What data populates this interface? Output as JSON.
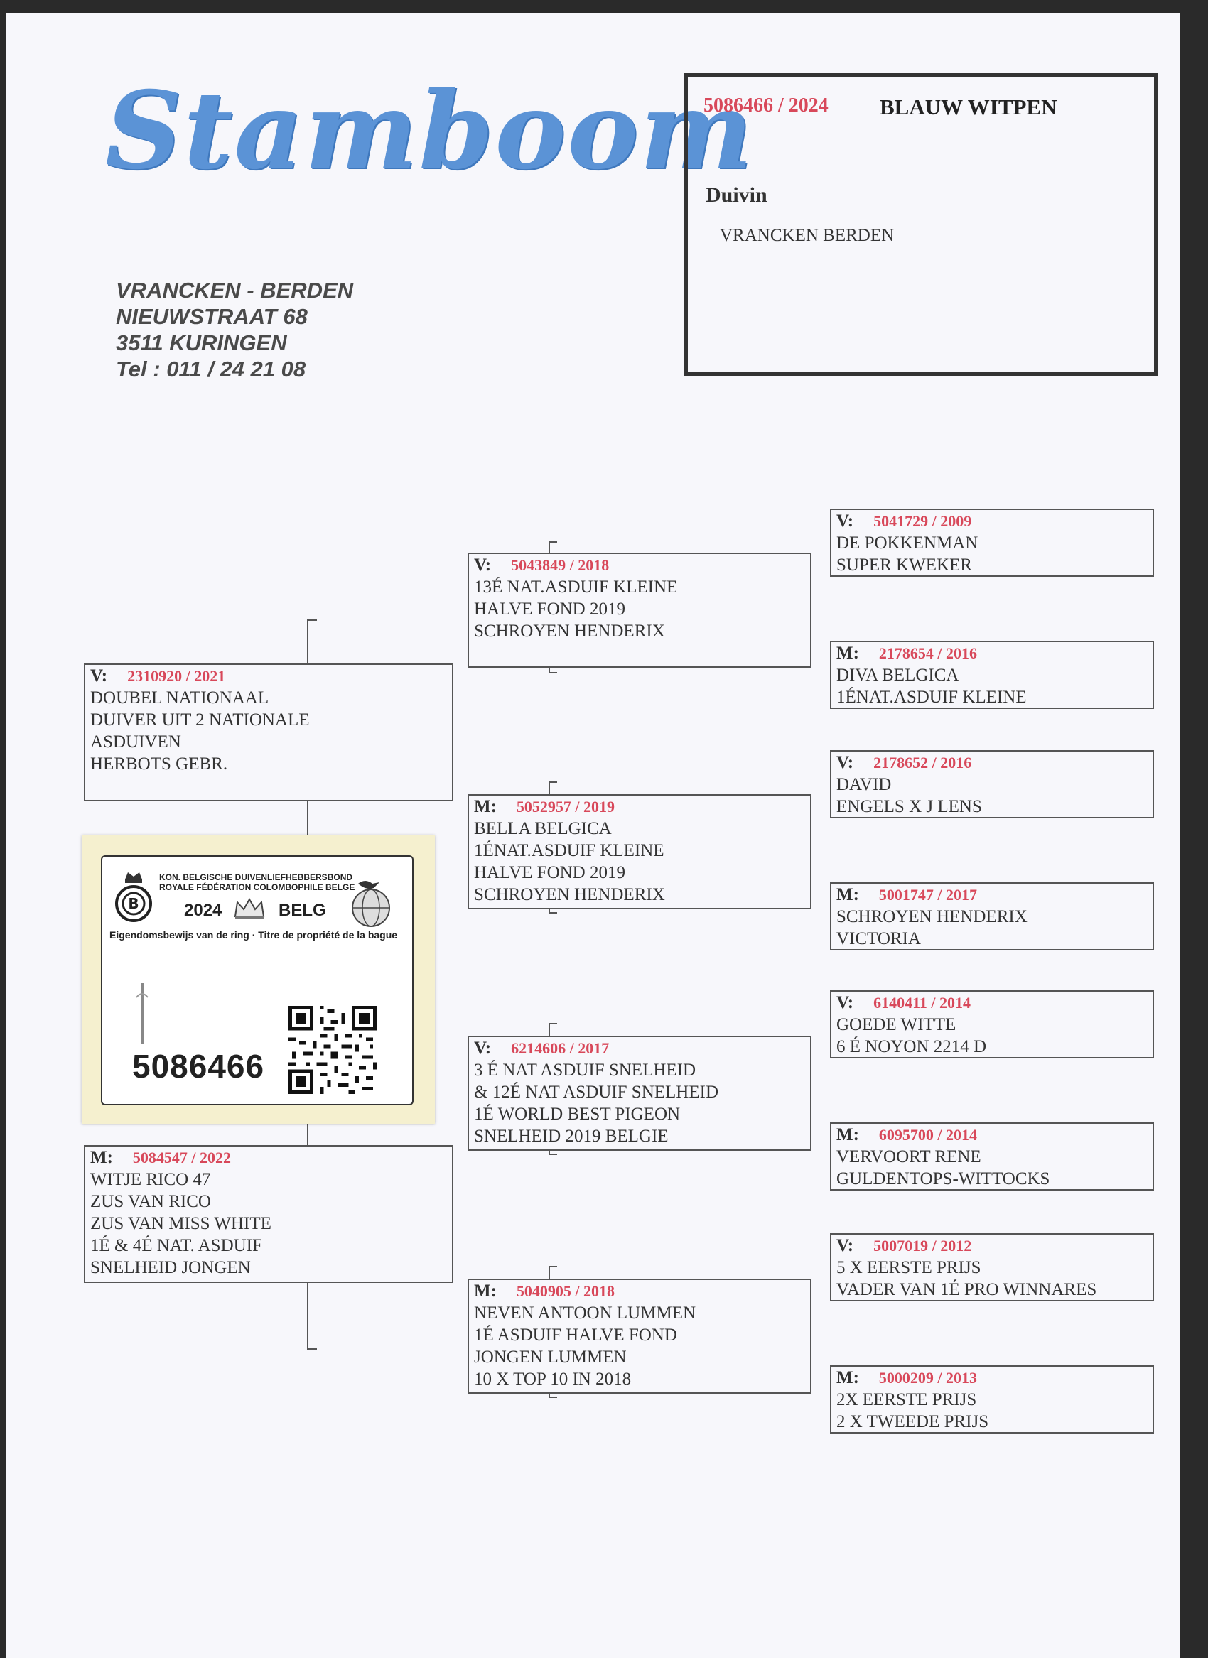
{
  "header": {
    "title": "Stamboom",
    "address": [
      "VRANCKEN - BERDEN",
      "NIEUWSTRAAT 68",
      "3511 KURINGEN",
      "Tel : 011 / 24 21 08"
    ]
  },
  "pigeon": {
    "ring": "5086466 / 2024",
    "color": "BLAUW WITPEN",
    "sex": "Duivin",
    "owner": "VRANCKEN BERDEN"
  },
  "pedigree": {
    "sire": {
      "label": "V:",
      "ring": "2310920 / 2021",
      "lines": [
        "DOUBEL NATIONAAL",
        "DUIVER UIT 2 NATIONALE",
        "ASDUIVEN",
        "HERBOTS GEBR."
      ]
    },
    "dam": {
      "label": "M:",
      "ring": "5084547 / 2022",
      "lines": [
        "WITJE RICO 47",
        "ZUS VAN RICO",
        "ZUS VAN MISS WHITE",
        "1É & 4É NAT. ASDUIF",
        "SNELHEID JONGEN"
      ]
    },
    "ss": {
      "label": "V:",
      "ring": "5043849 / 2018",
      "lines": [
        "13É NAT.ASDUIF KLEINE",
        "HALVE FOND 2019",
        "SCHROYEN HENDERIX"
      ]
    },
    "sd": {
      "label": "M:",
      "ring": "5052957 / 2019",
      "lines": [
        "BELLA BELGICA",
        "1ÉNAT.ASDUIF KLEINE",
        "HALVE FOND 2019",
        "SCHROYEN HENDERIX"
      ]
    },
    "ds": {
      "label": "V:",
      "ring": "6214606 / 2017",
      "lines": [
        " 3 É NAT ASDUIF SNELHEID",
        "& 12É NAT ASDUIF SNELHEID",
        " 1É WORLD BEST PIGEON",
        "SNELHEID 2019 BELGIE"
      ]
    },
    "dd": {
      "label": "M:",
      "ring": "5040905 / 2018",
      "lines": [
        "NEVEN ANTOON LUMMEN",
        "1É ASDUIF HALVE FOND",
        "JONGEN LUMMEN",
        "10 X TOP 10 IN 2018"
      ]
    },
    "sss": {
      "label": "V:",
      "ring": "5041729 / 2009",
      "lines": [
        "DE POKKENMAN",
        "SUPER KWEKER"
      ]
    },
    "ssd": {
      "label": "M:",
      "ring": "2178654 / 2016",
      "lines": [
        "DIVA BELGICA",
        "1ÉNAT.ASDUIF KLEINE"
      ]
    },
    "sds": {
      "label": "V:",
      "ring": "2178652 / 2016",
      "lines": [
        "DAVID",
        "ENGELS X  J LENS"
      ]
    },
    "sdd": {
      "label": "M:",
      "ring": "5001747 / 2017",
      "lines": [
        "SCHROYEN HENDERIX",
        "VICTORIA"
      ]
    },
    "dss": {
      "label": "V:",
      "ring": "6140411 / 2014",
      "lines": [
        "GOEDE WITTE",
        "6 É NOYON 2214 D"
      ]
    },
    "dsd": {
      "label": "M:",
      "ring": "6095700 / 2014",
      "lines": [
        "VERVOORT RENE",
        "GULDENTOPS-WITTOCKS"
      ]
    },
    "dds": {
      "label": "V:",
      "ring": "5007019 / 2012",
      "lines": [
        "5 X EERSTE PRIJS",
        "VADER VAN 1É PRO WINNARES"
      ]
    },
    "ddd": {
      "label": "M:",
      "ring": "5000209 / 2013",
      "lines": [
        "2X EERSTE PRIJS",
        "2 X TWEEDE PRIJS"
      ]
    }
  },
  "certificate": {
    "org_nl": "KON. BELGISCHE DUIVENLIEFHEBBERSBOND",
    "org_fr": "ROYALE FÉDÉRATION COLOMBOPHILE BELGE",
    "year": "2024",
    "country": "BELG",
    "property_text": "Eigendomsbewijs van de ring · Titre de propriété de la bague",
    "ring_number": "5086466"
  }
}
